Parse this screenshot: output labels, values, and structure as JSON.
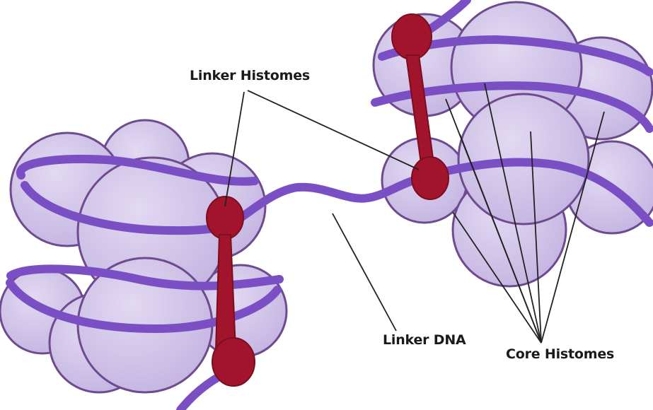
{
  "labels": {
    "linker_histones": "Linker Histomes",
    "linker_dna": "Linker DNA",
    "core_histones": "Core Histomes"
  },
  "colors": {
    "histone_fill": "#cdbfe6",
    "histone_stroke": "#6e4a8e",
    "dna": "#7a4fc4",
    "dna_dark": "#5f36a8",
    "linker_histone": "#a1142b",
    "linker_histone_dark": "#7d0d20",
    "pointer_line": "#222222",
    "label_text": "#1a1a1a"
  }
}
